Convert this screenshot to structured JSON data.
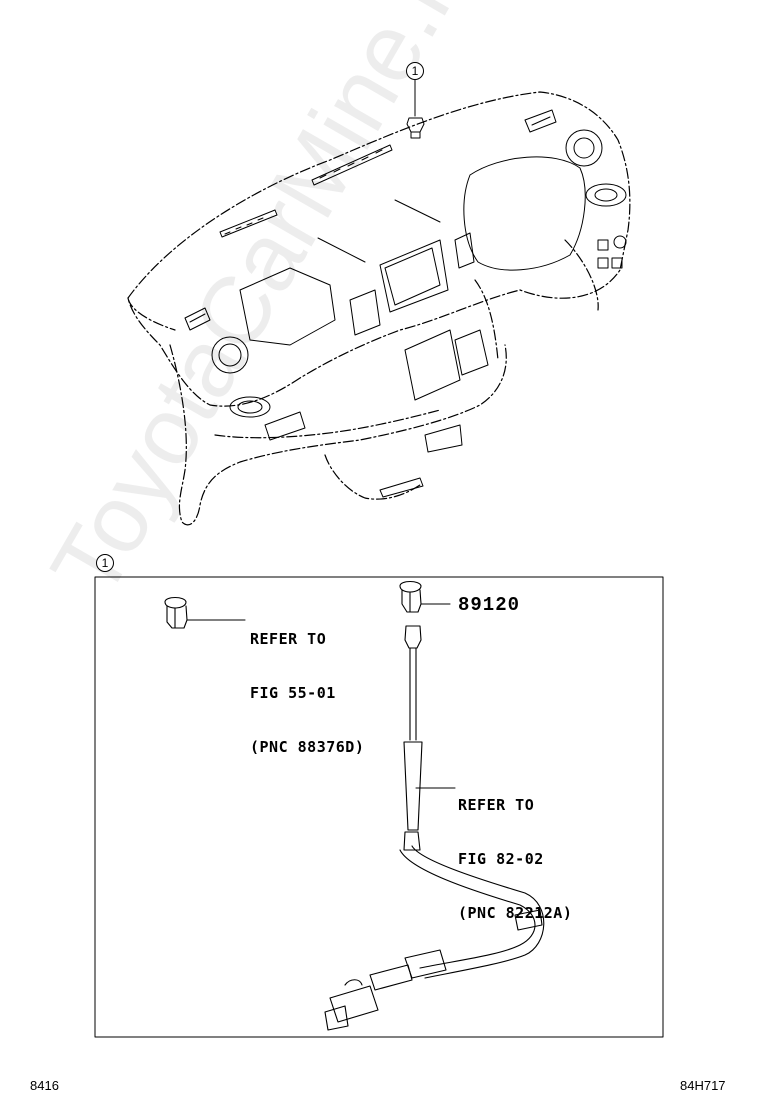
{
  "callouts": {
    "top": "1",
    "box": "1"
  },
  "refs": {
    "ref1": {
      "line1": "REFER TO",
      "line2": "FIG 55-01",
      "line3": "(PNC 88376D)"
    },
    "ref2": {
      "line1": "REFER TO",
      "line2": "FIG 82-02",
      "line3": "(PNC 82212A)"
    }
  },
  "part_number": "89120",
  "footer": {
    "left": "8416",
    "right": "84H717"
  },
  "watermark": "ToyotaCarMine.ru"
}
